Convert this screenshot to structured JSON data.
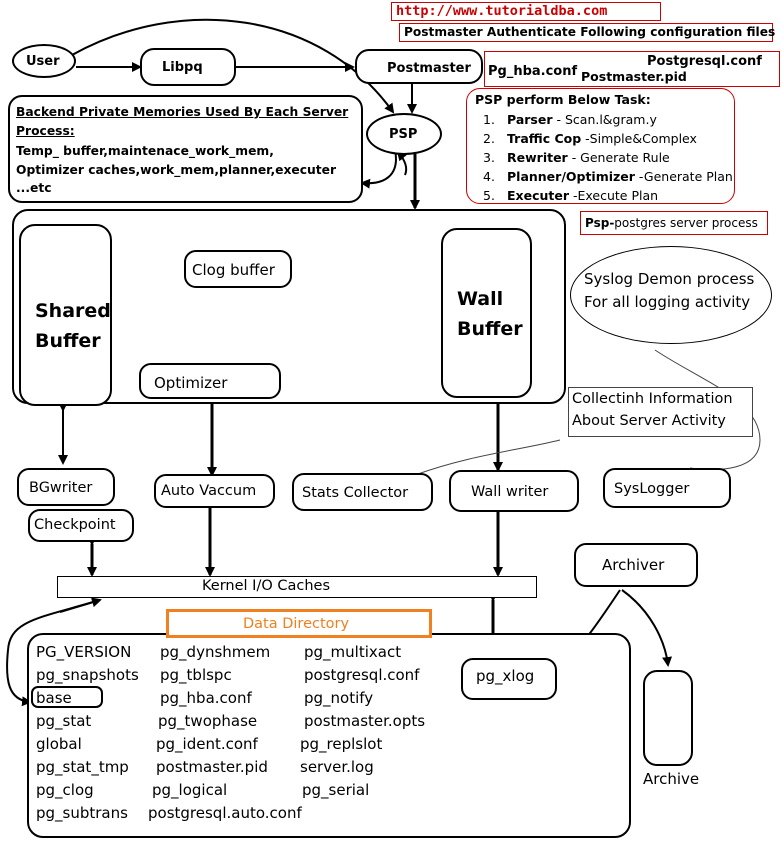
{
  "header": {
    "url": "http://www.tutorialdba.com",
    "auth_title": "Postmaster Authenticate Following configuration files"
  },
  "config_files": {
    "hba": "Pg_hba.conf",
    "pgconf": "Postgresql.conf",
    "pid": "Postmaster.pid"
  },
  "nodes": {
    "user": "User",
    "libpq": "Libpq",
    "postmaster": "Postmaster",
    "psp": "PSP",
    "clog_buffer": "Clog buffer",
    "shared_buffer_1": "Shared",
    "shared_buffer_2": "Buffer",
    "wall_buffer_1": "Wall",
    "wall_buffer_2": "Buffer",
    "optimizer": "Optimizer",
    "bgwriter": "BGwriter",
    "checkpoint": "Checkpoint",
    "auto_vaccum": "Auto Vaccum",
    "stats_collector": "Stats Collector",
    "wall_writer": "Wall writer",
    "syslogger": "SysLogger",
    "kernel": "Kernel I/O Caches",
    "archiver": "Archiver",
    "archive": "Archive",
    "pg_xlog": "pg_xlog"
  },
  "backend_memory": {
    "title_1": "Backend Private Memories Used By Each Server",
    "title_2": "Process:",
    "line_1": "Temp_ buffer,maintenace_work_mem,",
    "line_2": "Optimizer caches,work_mem,planner,executer",
    "line_3": "...etc"
  },
  "psp_tasks": {
    "title": "PSP perform Below Task:",
    "items": [
      {
        "num": "1.",
        "name": "Parser",
        "desc": " - Scan.l&gram.y"
      },
      {
        "num": "2.",
        "name": "Traffic Cop",
        "desc": " -Simple&Complex"
      },
      {
        "num": "3.",
        "name": "Rewriter",
        "desc": " - Generate Rule"
      },
      {
        "num": "4.",
        "name": "Planner/Optimizer",
        "desc": " -Generate Plan"
      },
      {
        "num": "5.",
        "name": "Executer",
        "desc": " -Execute Plan"
      }
    ]
  },
  "psp_def": {
    "term": "Psp-",
    "desc": "postgres server process"
  },
  "syslog_bubble": {
    "line_1": "Syslog Demon process",
    "line_2": "For all logging activity"
  },
  "stats_note": {
    "line_1": "Collectinh Information",
    "line_2": "About Server Activity"
  },
  "data_directory": {
    "title": "Data Directory",
    "col1": [
      "PG_VERSION",
      "pg_snapshots",
      "base",
      "pg_stat",
      "global",
      "pg_stat_tmp",
      "pg_clog",
      "pg_subtrans"
    ],
    "col2": [
      "pg_dynshmem",
      "pg_tblspc",
      "pg_hba.conf",
      "pg_twophase",
      "pg_ident.conf",
      "postmaster.pid",
      "pg_logical",
      "postgresql.auto.conf"
    ],
    "col3": [
      "pg_multixact",
      "postgresql.conf",
      "pg_notify",
      "postmaster.opts",
      "pg_replslot",
      "server.log",
      "pg_serial"
    ]
  },
  "colors": {
    "red": "#cc0000",
    "orange": "#f08020",
    "black": "#000000"
  }
}
